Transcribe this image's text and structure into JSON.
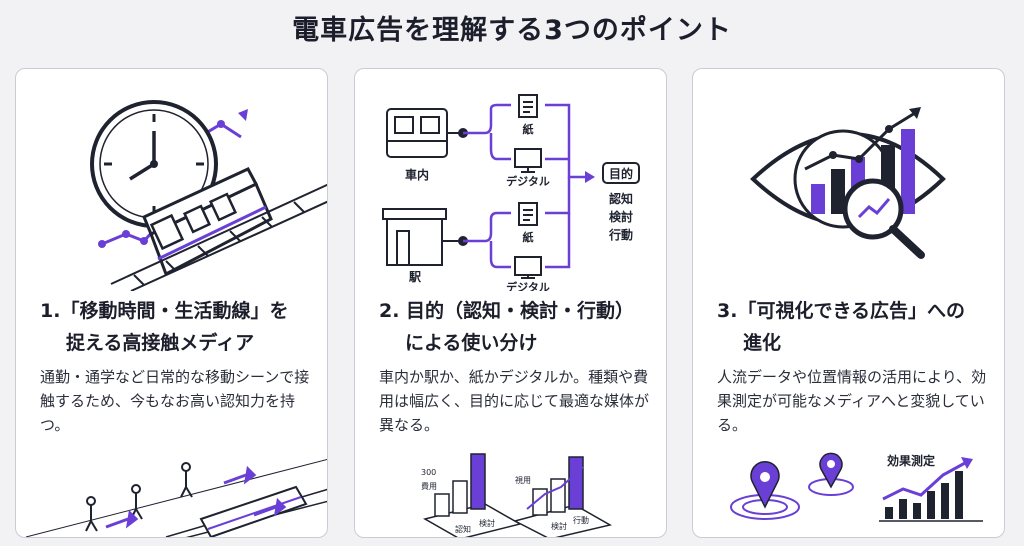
{
  "title": "電車広告を理解する3つのポイント",
  "accent_color": "#6a3fd6",
  "cards": [
    {
      "heading_line1": "1.「移動時間・生活動線」を",
      "heading_line2": "捉える高接触メディア",
      "body": "通勤・通学など日常的な移動シーンで接触するため、今もなお高い認知力を持つ。",
      "icons": [
        "clock-icon",
        "train-icon",
        "commuters-icon"
      ]
    },
    {
      "heading_line1": "2. 目的（認知・検討・行動）",
      "heading_line2": "による使い分け",
      "body": "車内か駅か、紙かデジタルか。種類や費用は幅広く、目的に応じて最適な媒体が異なる。",
      "diagram": {
        "in_train": "車内",
        "station": "駅",
        "paper": "紙",
        "digital": "デジタル",
        "goal_label": "目的",
        "goals": [
          "認知",
          "検討",
          "行動"
        ]
      },
      "chart1": {
        "tick": "300",
        "axis": "費用",
        "labels": [
          "認知",
          "検討"
        ]
      },
      "chart2": {
        "axis": "視用",
        "labels": [
          "検討",
          "行動"
        ]
      }
    },
    {
      "heading_line1": "3.「可視化できる広告」への",
      "heading_line2": "進化",
      "body": "人流データや位置情報の活用により、効果測定が可能なメディアへと変貌している。",
      "effect_label": "効果測定",
      "icons": [
        "eye-chart-icon",
        "magnifier-icon",
        "location-pin-icon"
      ]
    }
  ]
}
